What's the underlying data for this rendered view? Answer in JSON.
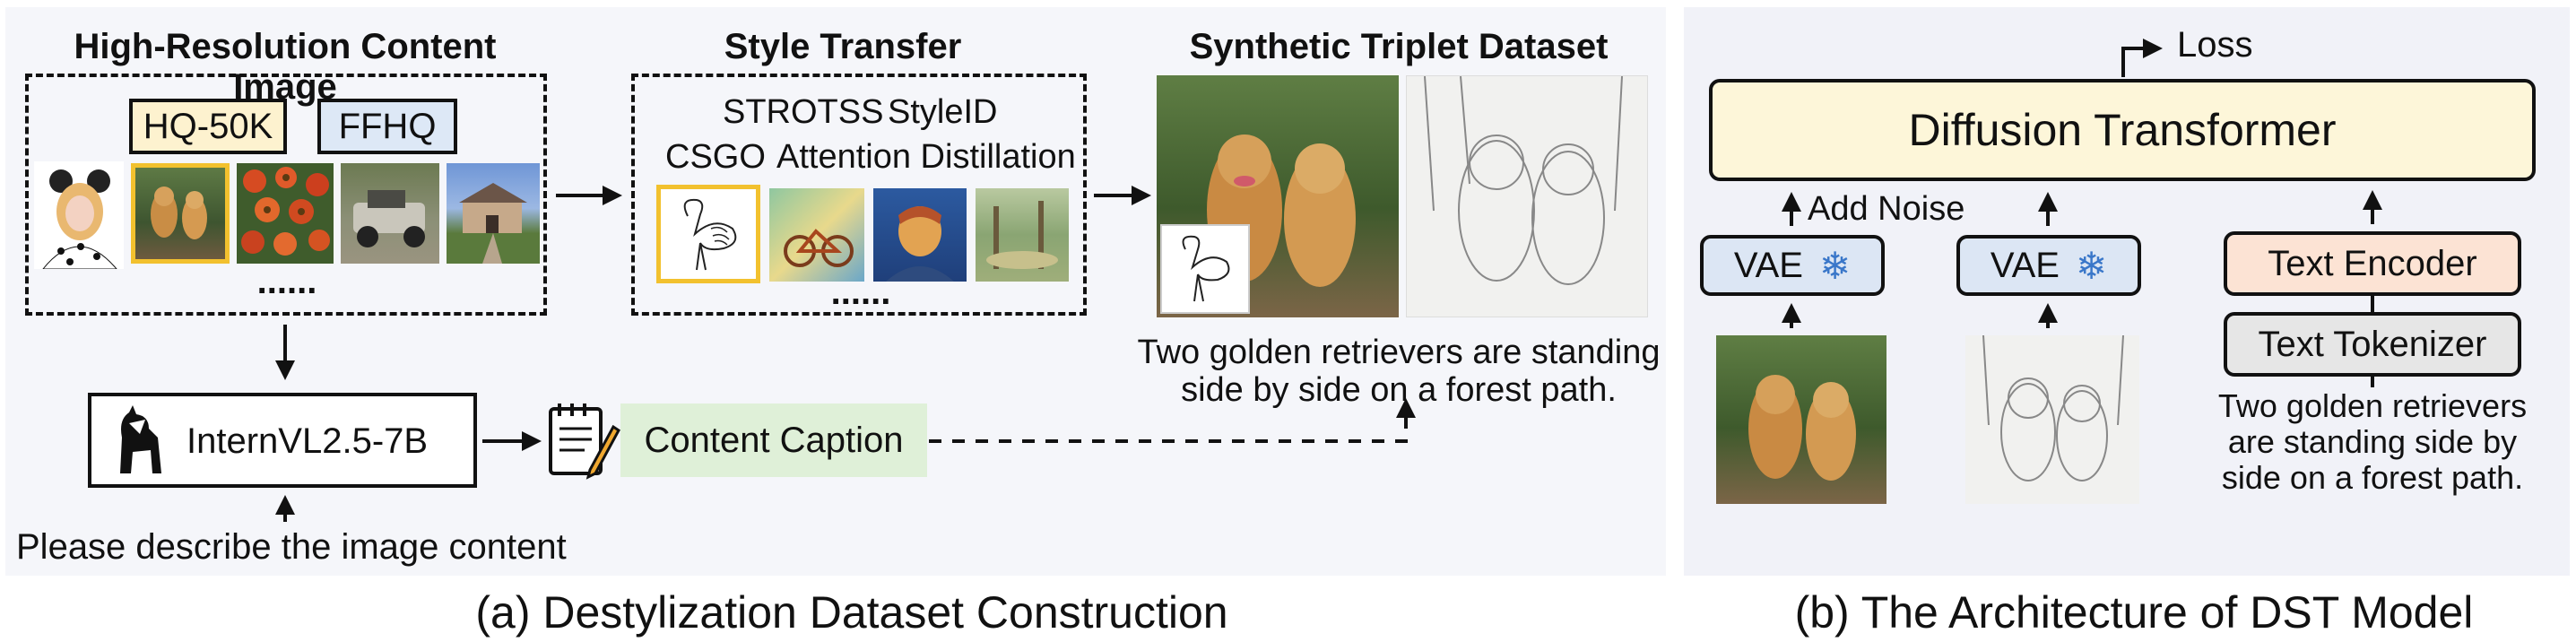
{
  "panel_a": {
    "content_title": "High-Resolution Content Image",
    "dataset_tag_1": "HQ-50K",
    "dataset_tag_2": "FFHQ",
    "ellipsis": "......",
    "style_title": "Style Transfer",
    "methods": {
      "m1": "STROTSS",
      "m2": "StyleID",
      "m3": "CSGO",
      "m4": "Attention Distillation"
    },
    "style_ellipsis": "......",
    "triplet_title": "Synthetic Triplet Dataset",
    "triplet_caption_line1": "Two golden retrievers are standing",
    "triplet_caption_line2": "side by side on a forest path.",
    "vlm_label": "InternVL2.5-7B",
    "content_caption": "Content Caption",
    "prompt_text": "Please describe the image content",
    "caption": "(a) Destylization Dataset Construction"
  },
  "panel_b": {
    "loss": "Loss",
    "dit": "Diffusion Transformer",
    "add_noise": "Add Noise",
    "vae_1": "VAE",
    "vae_2": "VAE",
    "text_encoder": "Text Encoder",
    "text_tokenizer": "Text Tokenizer",
    "prompt_line1": "Two golden retrievers",
    "prompt_line2": "are standing side by",
    "prompt_line3": "side on a forest path.",
    "caption": "(b) The Architecture of DST Model"
  },
  "colors": {
    "panel_bg": "#f5f6fa",
    "hq50k_fill": "#fdf2cf",
    "ffhq_fill": "#dde8f6",
    "highlight_border": "#f2c12e",
    "dit_fill": "#fdf6d9",
    "vae_fill": "#dce6f4",
    "text_encoder_fill": "#fce3d4",
    "tokenizer_fill": "#e6e6e6",
    "caption_fill": "#dff0d8",
    "snowflake": "#3a77c9"
  },
  "icons": [
    "snowflake-icon",
    "llama-logo-icon",
    "notepad-pencil-icon",
    "flamingo-sketch-icon"
  ]
}
